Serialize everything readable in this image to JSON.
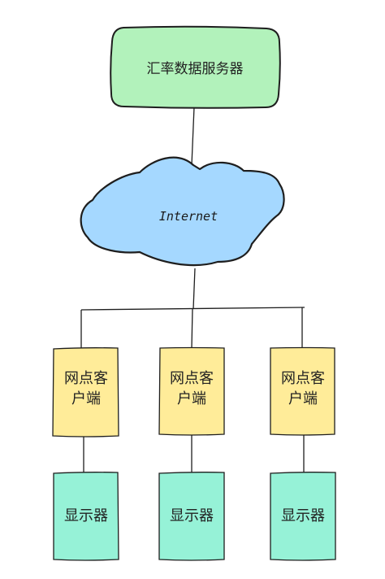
{
  "server": {
    "label": "汇率数据服务器",
    "color": "#b2f2bb"
  },
  "network": {
    "label": "Internet",
    "color": "#a5d8ff"
  },
  "clients": [
    {
      "line1": "网点客",
      "line2": "户端",
      "display": "显示器"
    },
    {
      "line1": "网点客",
      "line2": "户端",
      "display": "显示器"
    },
    {
      "line1": "网点客",
      "line2": "户端",
      "display": "显示器"
    }
  ],
  "colors": {
    "client": "#ffec99",
    "display": "#96f2d7",
    "stroke": "#1e1e1e"
  }
}
